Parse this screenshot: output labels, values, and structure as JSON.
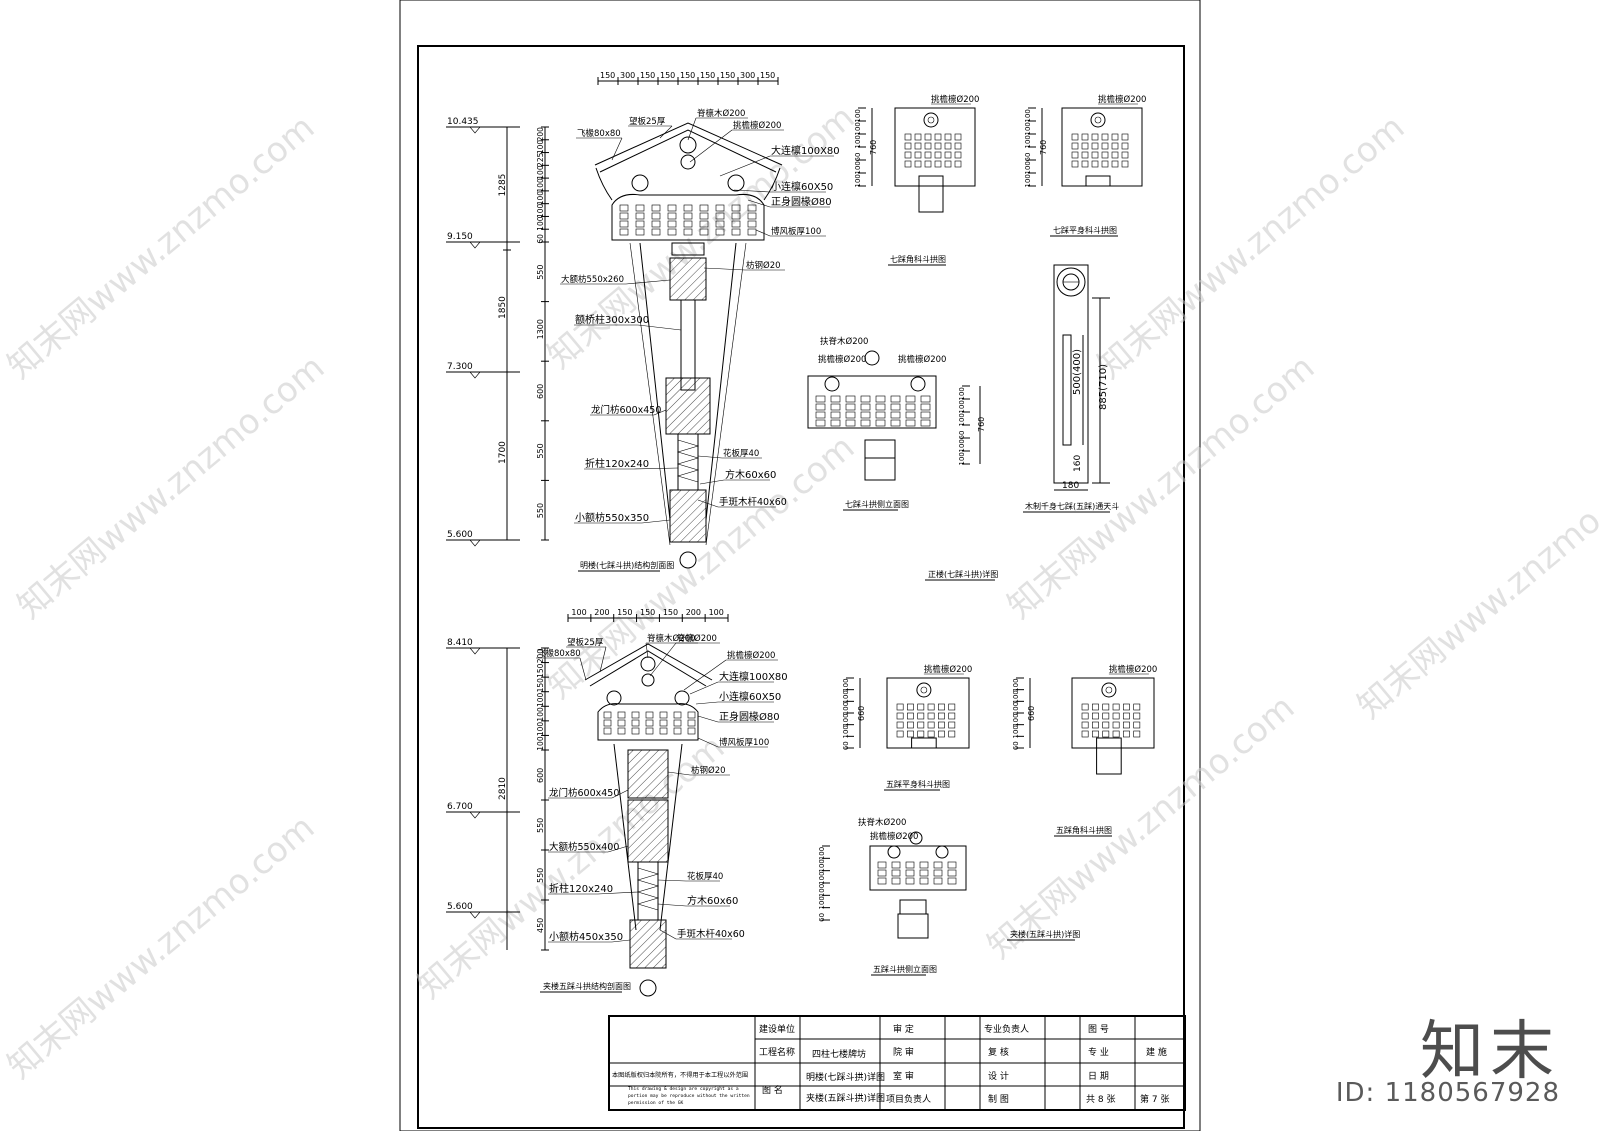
{
  "upper": {
    "title": "明楼(七踩斗拱)结构剖面图",
    "top_dims": [
      "150",
      "300",
      "150",
      "150",
      "150",
      "150",
      "150",
      "300",
      "150"
    ],
    "elevations": [
      "10.435",
      "9.150",
      "7.300",
      "5.600"
    ],
    "outer_dims": [
      "1285",
      "1850",
      "1700"
    ],
    "inner_dims": [
      "200",
      "100",
      "225",
      "100",
      "100",
      "100",
      "100",
      "100",
      "60",
      "550",
      "1300",
      "600",
      "550",
      "550"
    ],
    "labels": [
      "望板25厚",
      "飞椽80x80",
      "脊檩木Ø200",
      "挑檐檩Ø200",
      "大连檩100X80",
      "小连檩60X50",
      "正身圆椽Ø80",
      "博风板厚100",
      "大额枋550x260",
      "额桥柱300x300",
      "枋钢Ø20",
      "龙门枋600x450",
      "花板厚40",
      "折柱120x240",
      "方木60x60",
      "小额枋550x350",
      "手斑木杆40x60"
    ]
  },
  "lower": {
    "title": "夹楼五踩斗拱结构剖面图",
    "top_dims": [
      "100",
      "200",
      "150",
      "150",
      "150",
      "200",
      "100"
    ],
    "elevations": [
      "8.410",
      "6.700",
      "5.600"
    ],
    "outer_dims": [
      "2810"
    ],
    "inner_dims": [
      "200",
      "150",
      "150",
      "100",
      "100",
      "100",
      "100",
      "600",
      "550",
      "550",
      "450"
    ],
    "labels": [
      "望板25厚",
      "飞椽80x80",
      "脊檩木Ø200",
      "脊檩Ø200",
      "挑檐檩Ø200",
      "大连檩100X80",
      "小连檩60X50",
      "正身圆椽Ø80",
      "博风板厚100",
      "枋钢Ø20",
      "龙门枋600x450",
      "大额枋550x400",
      "花板厚40",
      "折柱120x240",
      "方木60x60",
      "小额枋450x350",
      "手斑木杆40x60"
    ]
  },
  "details": {
    "d1": {
      "title": "七踩角科斗拱图",
      "label": "挑檐檩Ø200",
      "dims": [
        "760",
        "100",
        "100",
        "100",
        "60",
        "100",
        "100"
      ]
    },
    "d2": {
      "title": "七踩平身科斗拱图",
      "label": "挑檐檩Ø200",
      "dims": [
        "760",
        "100",
        "100",
        "100",
        "60",
        "100",
        "100"
      ]
    },
    "d3": {
      "title": "七踩斗拱侧立面图",
      "labels": [
        "扶脊木Ø200",
        "挑檐檩Ø200",
        "挑檐檩Ø200"
      ],
      "dims": [
        "760",
        "100",
        "100",
        "100",
        "60",
        "100",
        "100"
      ]
    },
    "d4": {
      "title": "木制千身七踩(五踩)通天斗",
      "dims": [
        "500(400)",
        "885(710)",
        "160",
        "180"
      ]
    },
    "d5": {
      "title": "五踩平身科斗拱图",
      "label": "挑檐檩Ø200",
      "dims": [
        "660",
        "100",
        "100",
        "100",
        "100",
        "100",
        "60"
      ]
    },
    "d6": {
      "title": "五踩角科斗拱图",
      "label": "挑檐檩Ø200",
      "dims": [
        "660",
        "100",
        "100",
        "100",
        "100",
        "100",
        "60"
      ]
    },
    "d7": {
      "title": "五踩斗拱侧立面图",
      "labels": [
        "扶脊木Ø200",
        "挑檐檩Ø200"
      ],
      "dims": [
        "100",
        "100",
        "100",
        "100",
        "100",
        "60"
      ]
    },
    "caption_upper": "正楼(七踩斗拱)详图",
    "caption_lower": "夹楼(五踩斗拱)详图"
  },
  "title_block": {
    "notice_cn": "本图纸版权归本院所有，不得用于本工程以外范围",
    "notice_en": [
      "This drawing & design are copyright as a",
      "portion may be reproduce without the written",
      "permission of the GK"
    ],
    "jianshe_danwei": "建设单位",
    "gongcheng_mingcheng": "工程名称",
    "project_name": "四柱七楼牌坊",
    "tu_ming": "图  名",
    "drawing_names": [
      "明楼(七踩斗拱)详图",
      "夹楼(五踩斗拱)详图"
    ],
    "shen_ding": "审    定",
    "yuan_shen": "院    审",
    "shi_shen": "室    审",
    "xiangmu_fuzeren": "项目负责人",
    "zhuanye_fuzeren": "专业负责人",
    "fu_he": "复    核",
    "she_ji": "设    计",
    "zhi_tu": "制    图",
    "tu_hao": "图    号",
    "zhuan_ye": "专    业",
    "zhuan_ye_value": "建  施",
    "ri_qi": "日    期",
    "sheet_total": "共 8 张",
    "sheet_no": "第 7 张"
  },
  "watermark": {
    "brand": "知末网www.znzmo.com",
    "logo": "知末",
    "id": "ID: 1180567928"
  }
}
